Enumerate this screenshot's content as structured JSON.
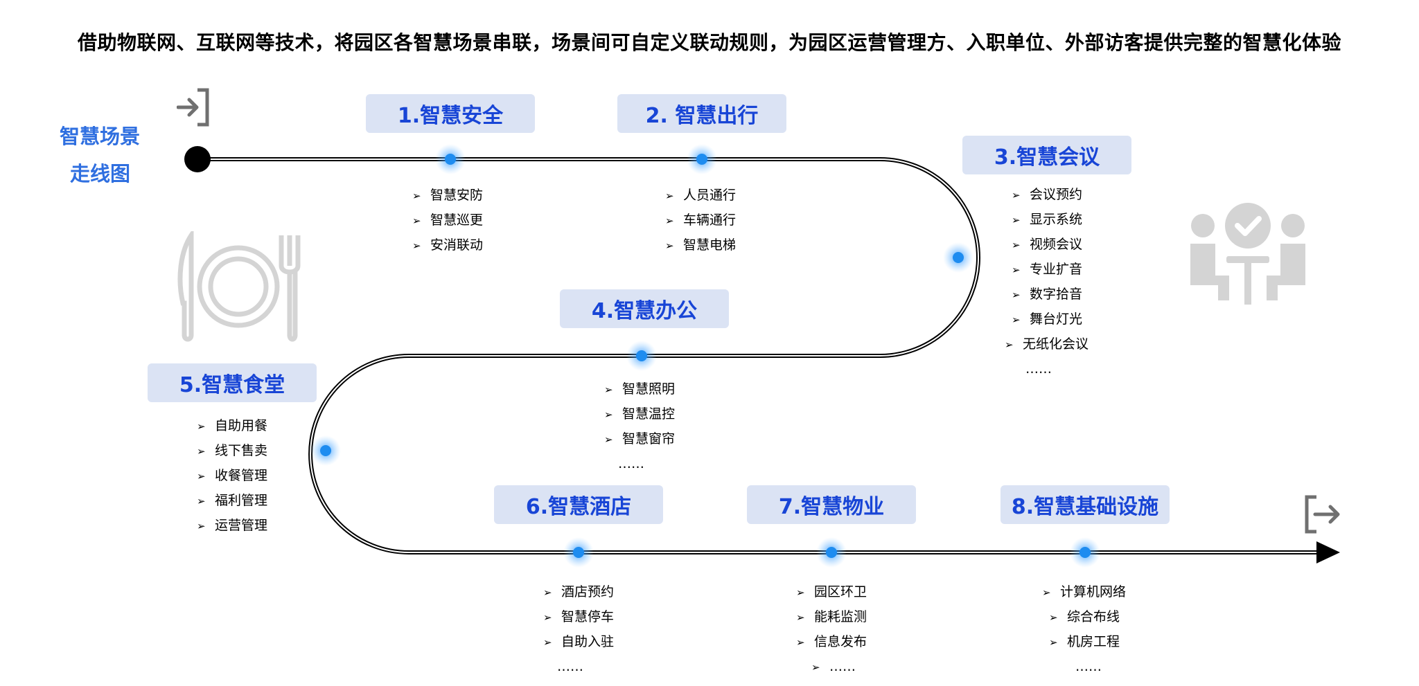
{
  "headline": "借助物联网、互联网等技术，将园区各智慧场景串联，场景间可自定义联动规则，为园区运营管理方、入职单位、外部访客提供完整的智慧化体验",
  "side_title": {
    "line1": "智慧场景",
    "line2": "走线图"
  },
  "icons": {
    "enter": "login-icon",
    "exit": "logout-icon",
    "canteen": "knife-plate-fork-icon",
    "meeting": "people-check-icon"
  },
  "colors": {
    "box_bg": "#dbe3f4",
    "box_text": "#1845d6",
    "side_title": "#2f6fe0",
    "node": "#1e8cf0",
    "deco_icon": "#d4d4d4"
  },
  "stations": [
    {
      "title": "1.智慧安全",
      "items": [
        "智慧安防",
        "智慧巡更",
        "安消联动"
      ]
    },
    {
      "title": "2. 智慧出行",
      "items": [
        "人员通行",
        "车辆通行",
        "智慧电梯"
      ]
    },
    {
      "title": "3.智慧会议",
      "items": [
        "会议预约",
        "显示系统",
        "视频会议",
        "专业扩音",
        "数字拾音",
        "舞台灯光",
        "无纸化会议"
      ],
      "more": "……"
    },
    {
      "title": "4.智慧办公",
      "items": [
        "智慧照明",
        "智慧温控",
        "智慧窗帘"
      ],
      "more": "……"
    },
    {
      "title": "5.智慧食堂",
      "items": [
        "自助用餐",
        "线下售卖",
        "收餐管理",
        "福利管理",
        "运营管理"
      ]
    },
    {
      "title": "6.智慧酒店",
      "items": [
        "酒店预约",
        "智慧停车",
        "自助入驻"
      ],
      "more": "……"
    },
    {
      "title": "7.智慧物业",
      "items": [
        "园区环卫",
        "能耗监测",
        "信息发布",
        "……"
      ]
    },
    {
      "title": "8.智慧基础设施",
      "items": [
        "计算机网络",
        "综合布线",
        "机房工程"
      ],
      "more": "……"
    }
  ]
}
